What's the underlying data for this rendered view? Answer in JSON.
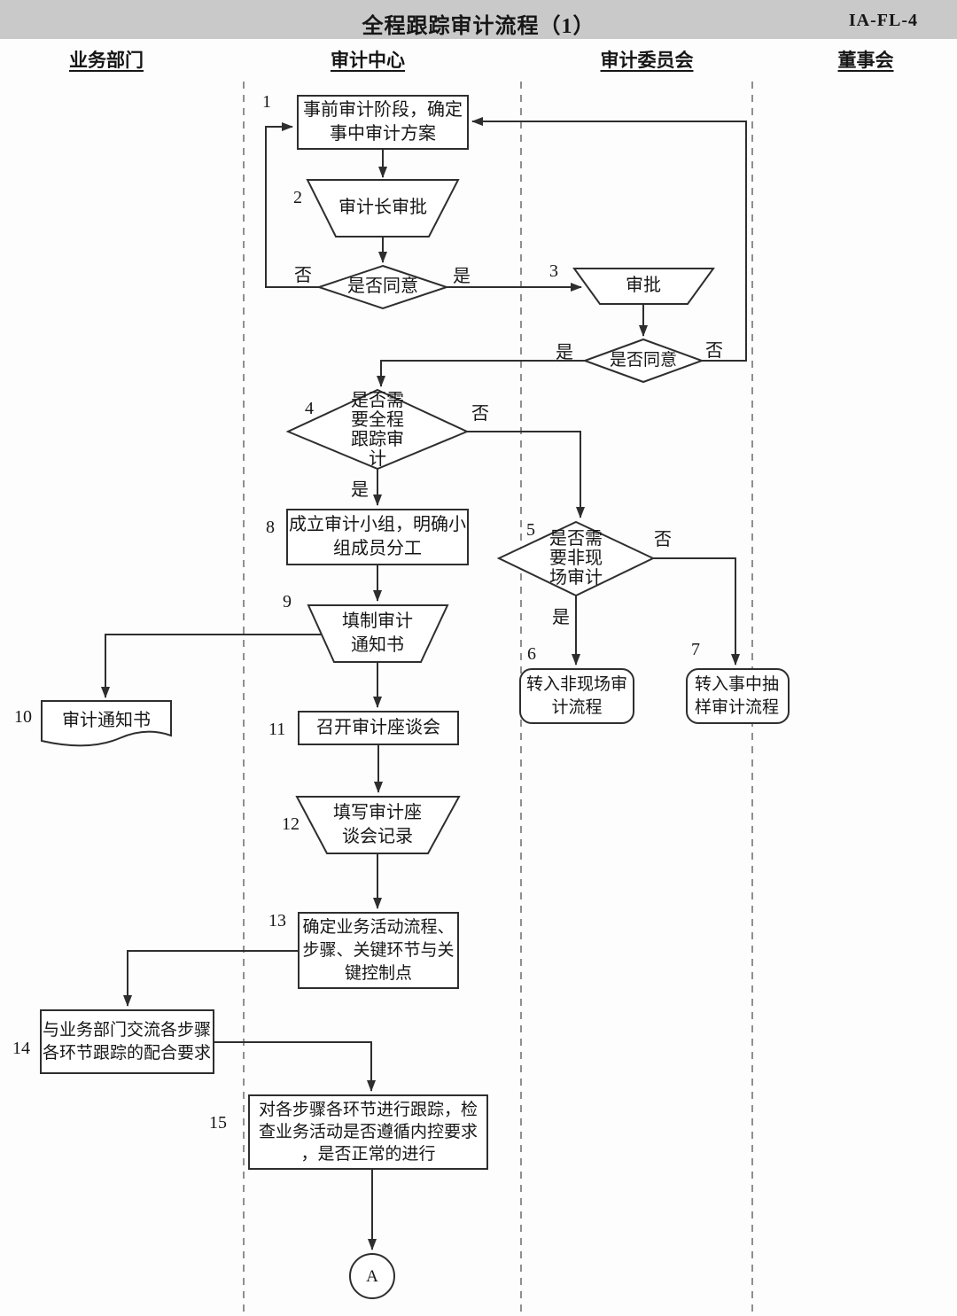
{
  "header": {
    "title": "全程跟踪审计流程（1）",
    "code": "IA-FL-4"
  },
  "lanes": [
    {
      "label": "业务部门"
    },
    {
      "label": "审计中心"
    },
    {
      "label": "审计委员会"
    },
    {
      "label": "董事会"
    }
  ],
  "nodes": {
    "n1": {
      "number": "1",
      "shape": "process",
      "text": "事前审计阶段，确定\n事中审计方案"
    },
    "n2": {
      "number": "2",
      "shape": "manual-operation",
      "text": "审计长审批"
    },
    "d1": {
      "number": "",
      "shape": "decision",
      "text": "是否同意"
    },
    "n3": {
      "number": "3",
      "shape": "manual-operation",
      "text": "审批"
    },
    "d2": {
      "number": "",
      "shape": "decision",
      "text": "是否同意"
    },
    "d4": {
      "number": "4",
      "shape": "decision",
      "text": "是否需\n要全程\n跟踪审\n计"
    },
    "d5": {
      "number": "5",
      "shape": "decision",
      "text": "是否需\n要非现\n场审计"
    },
    "n6": {
      "number": "6",
      "shape": "terminator",
      "text": "转入非现场审\n计流程"
    },
    "n7": {
      "number": "7",
      "shape": "terminator",
      "text": "转入事中抽\n样审计流程"
    },
    "n8": {
      "number": "8",
      "shape": "process",
      "text": "成立审计小组，明确小\n组成员分工"
    },
    "n9": {
      "number": "9",
      "shape": "manual-operation",
      "text": "填制审计\n通知书"
    },
    "n10": {
      "number": "10",
      "shape": "document",
      "text": "审计通知书"
    },
    "n11": {
      "number": "11",
      "shape": "process",
      "text": "召开审计座谈会"
    },
    "n12": {
      "number": "12",
      "shape": "manual-operation",
      "text": "填写审计座\n谈会记录"
    },
    "n13": {
      "number": "13",
      "shape": "process",
      "text": "确定业务活动流程、\n步骤、关键环节与关\n键控制点"
    },
    "n14": {
      "number": "14",
      "shape": "process",
      "text": "与业务部门交流各步骤\n各环节跟踪的配合要求"
    },
    "n15": {
      "number": "15",
      "shape": "process",
      "text": "对各步骤各环节进行跟踪，检\n查业务活动是否遵循内控要求\n，是否正常的进行"
    },
    "a": {
      "number": "",
      "shape": "connector",
      "text": "A"
    }
  },
  "labels": {
    "d1_no": "否",
    "d1_yes": "是",
    "d2_yes": "是",
    "d2_no": "否",
    "d4_no": "否",
    "d4_yes": "是",
    "d5_no": "否",
    "d5_yes": "是"
  }
}
